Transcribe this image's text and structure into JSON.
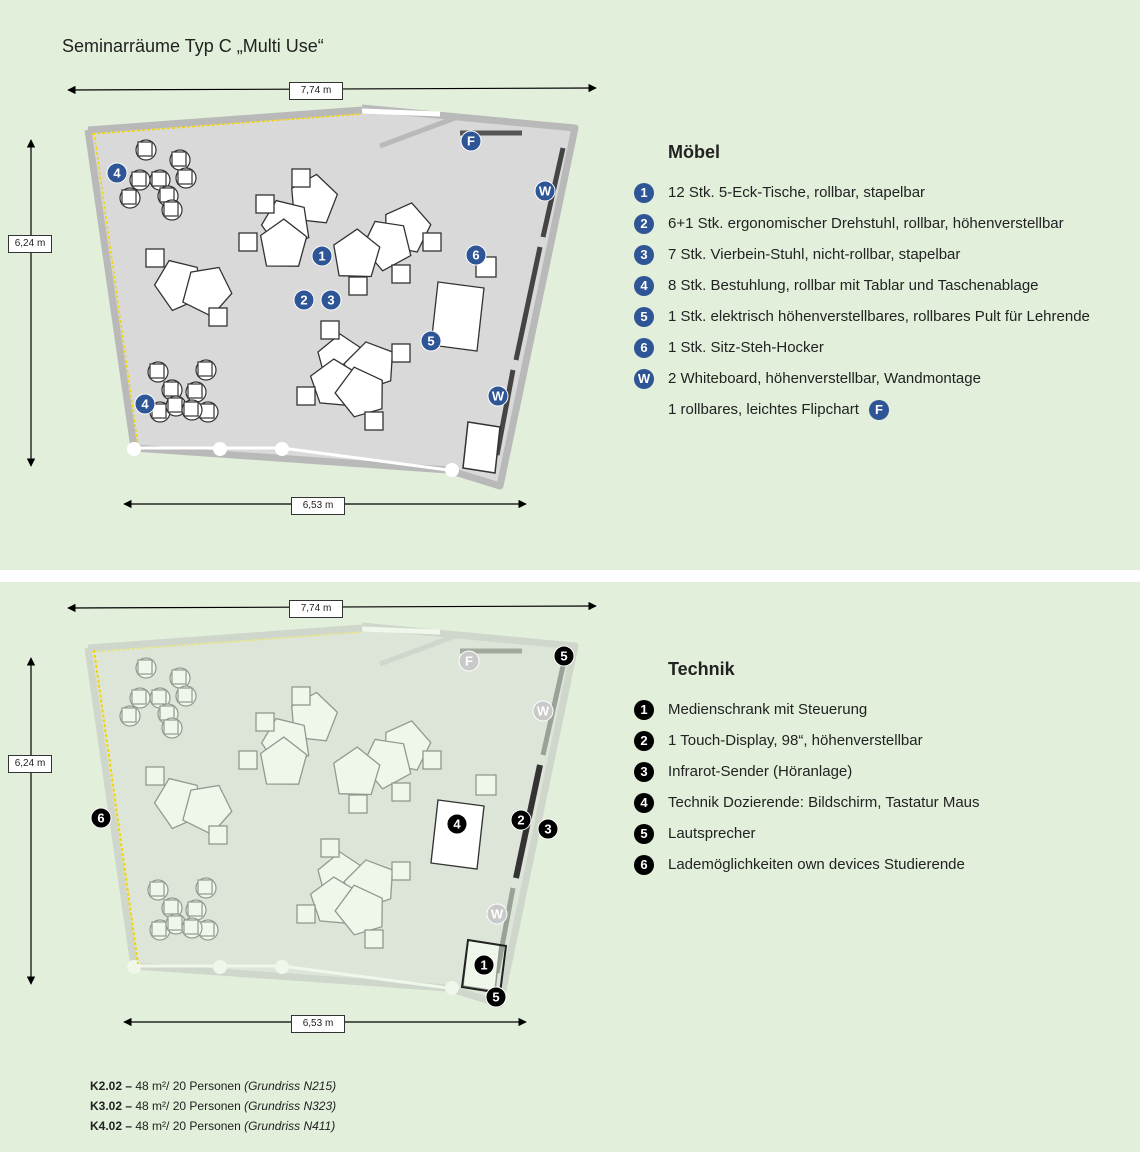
{
  "title": "Seminarräume Typ C „Multi Use“",
  "dimensions": {
    "top_width": "7,74 m",
    "bottom_width": "6,53 m",
    "height": "6,24 m"
  },
  "floor_markers": {
    "blue": [
      "1",
      "2",
      "3",
      "4",
      "4",
      "5",
      "6",
      "W",
      "W",
      "F"
    ],
    "black": [
      "1",
      "2",
      "3",
      "4",
      "5",
      "5",
      "6"
    ],
    "faded": [
      "F",
      "W",
      "W"
    ]
  },
  "moebel": {
    "heading": "Möbel",
    "items": [
      {
        "marker": "1",
        "text": "12 Stk. 5-Eck-Tische, rollbar, stapelbar"
      },
      {
        "marker": "2",
        "text": "6+1 Stk. ergonomischer Drehstuhl, rollbar, höhenverstellbar"
      },
      {
        "marker": "3",
        "text": "7 Stk. Vierbein-Stuhl, nicht-rollbar, stapelbar"
      },
      {
        "marker": "4",
        "text": "8 Stk. Bestuhlung, rollbar mit Tablar und Taschenablage"
      },
      {
        "marker": "5",
        "text": "1 Stk. elektrisch höhenverstellbares, rollbares Pult für Lehrende"
      },
      {
        "marker": "6",
        "text": "1 Stk. Sitz-Steh-Hocker"
      },
      {
        "marker": "W",
        "text": "2 Whiteboard, höhenverstellbar, Wandmontage"
      }
    ],
    "extra": {
      "text": "1 rollbares, leichtes Flipchart",
      "marker": "F"
    }
  },
  "technik": {
    "heading": "Technik",
    "items": [
      {
        "marker": "1",
        "text": "Medienschrank mit Steuerung"
      },
      {
        "marker": "2",
        "text": "1 Touch-Display, 98“, höhenverstellbar"
      },
      {
        "marker": "3",
        "text": "Infrarot-Sender (Höranlage)"
      },
      {
        "marker": "4",
        "text": "Technik Dozierende: Bildschirm, Tastatur Maus"
      },
      {
        "marker": "5",
        "text": "Lautsprecher"
      },
      {
        "marker": "6",
        "text": "Lademöglichkeiten own devices Studierende"
      }
    ]
  },
  "footer": [
    {
      "room": "K2.02 –",
      "info": " 48 m²/ 20 Personen ",
      "plan": "(Grundriss  N215)"
    },
    {
      "room": "K3.02 –",
      "info": " 48 m²/ 20 Personen ",
      "plan": "(Grundriss  N323)"
    },
    {
      "room": "K4.02 –",
      "info": " 48 m²/ 20 Personen ",
      "plan": "(Grundriss  N411)"
    }
  ],
  "colors": {
    "panel_bg": "#e2efda",
    "marker_blue": "#2e5595",
    "marker_black": "#000000",
    "wall": "#b9b9b9",
    "floor": "#d9d9d9"
  }
}
